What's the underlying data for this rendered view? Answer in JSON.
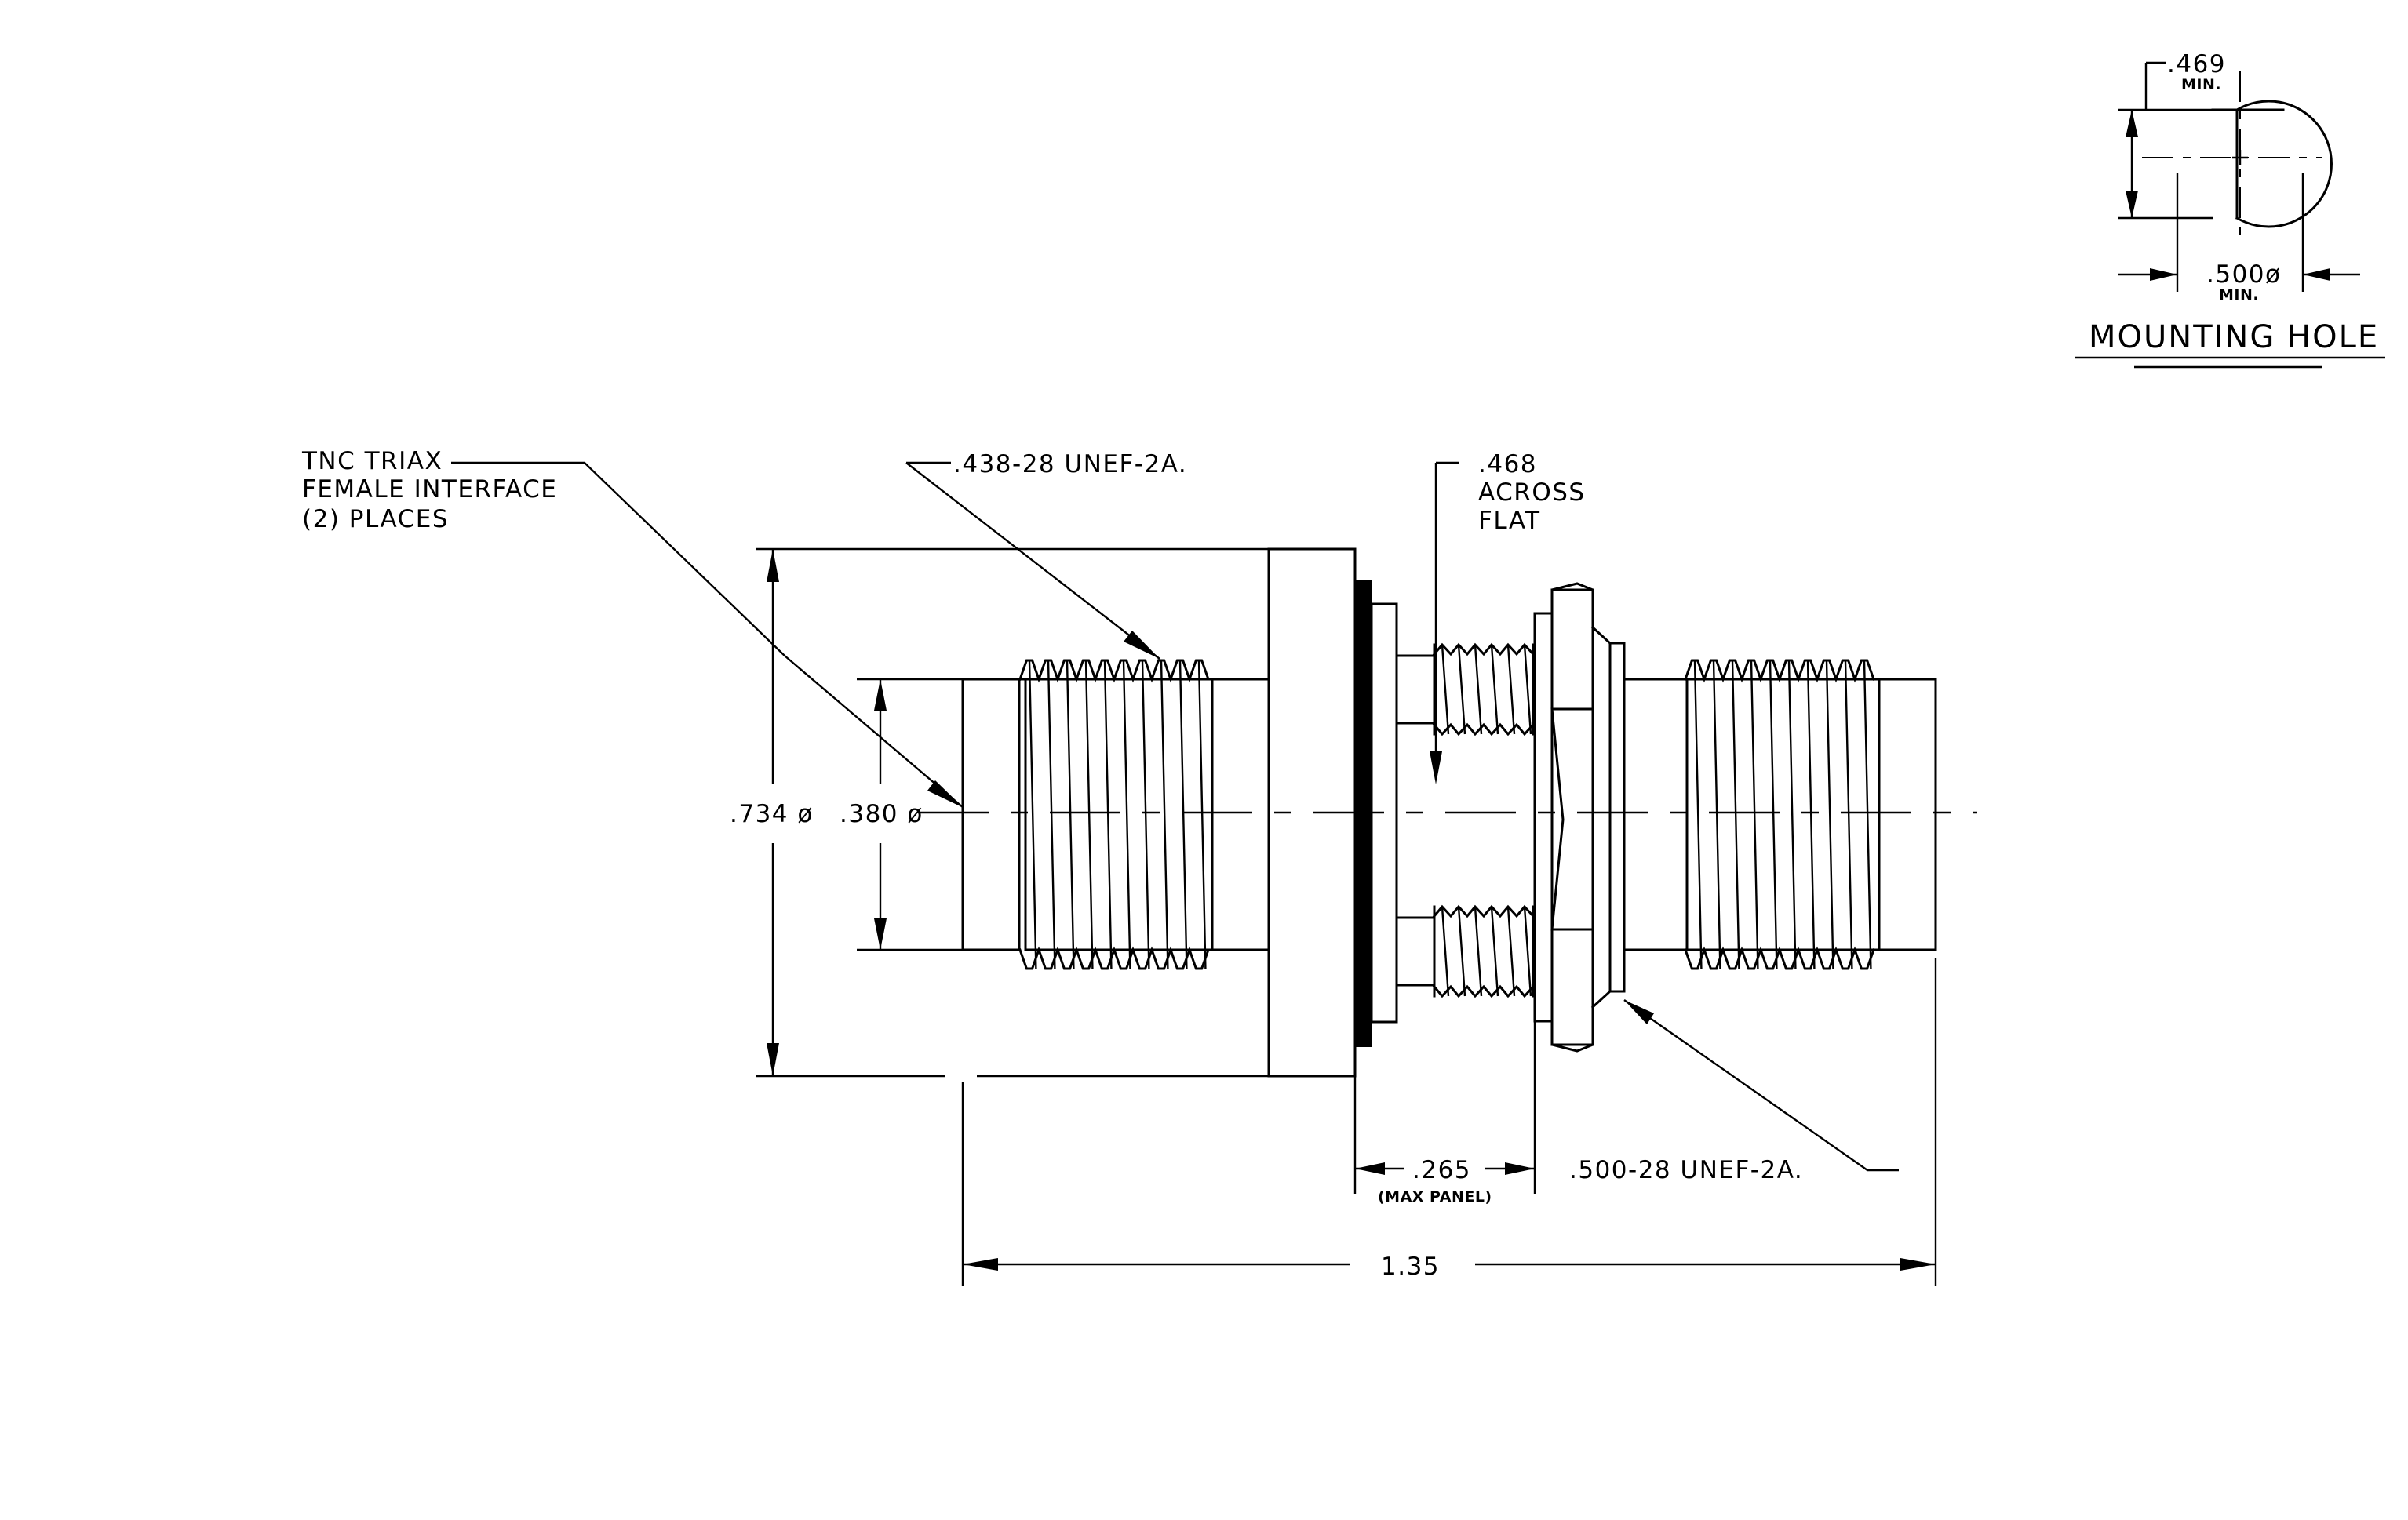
{
  "mounting_hole": {
    "title": "MOUNTING HOLE",
    "flat_dim": ".469",
    "flat_dim_note": "MIN.",
    "dia_dim": ".500ø",
    "dia_dim_note": "MIN."
  },
  "callouts": {
    "interface_line1": "TNC TRIAX",
    "interface_line2": "FEMALE INTERFACE",
    "interface_line3": "(2)  PLACES",
    "thread_left": ".438-28 UNEF-2A.",
    "flat_line1": ".468",
    "flat_line2": "ACROSS",
    "flat_line3": "FLAT",
    "thread_right": ".500-28 UNEF-2A."
  },
  "dimensions": {
    "outer_dia": ".734 ø",
    "inner_dia": ".380 ø",
    "panel": ".265",
    "panel_note": "(MAX PANEL)",
    "overall_length": "1.35"
  }
}
